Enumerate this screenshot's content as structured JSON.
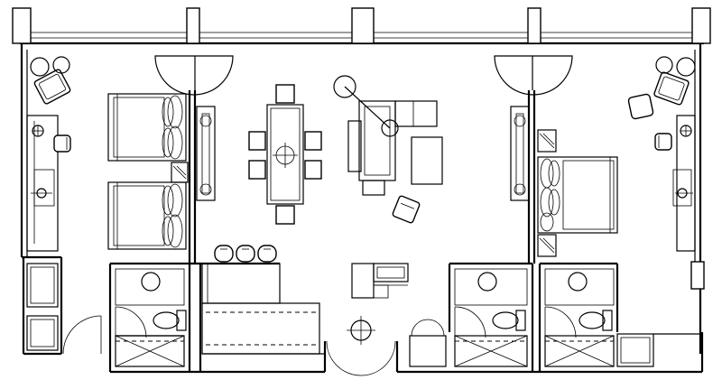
{
  "plan": {
    "window_columns": 5,
    "bedrooms": 2,
    "bathrooms": 3
  },
  "colors": {
    "line": "#000000",
    "background": "#ffffff"
  }
}
